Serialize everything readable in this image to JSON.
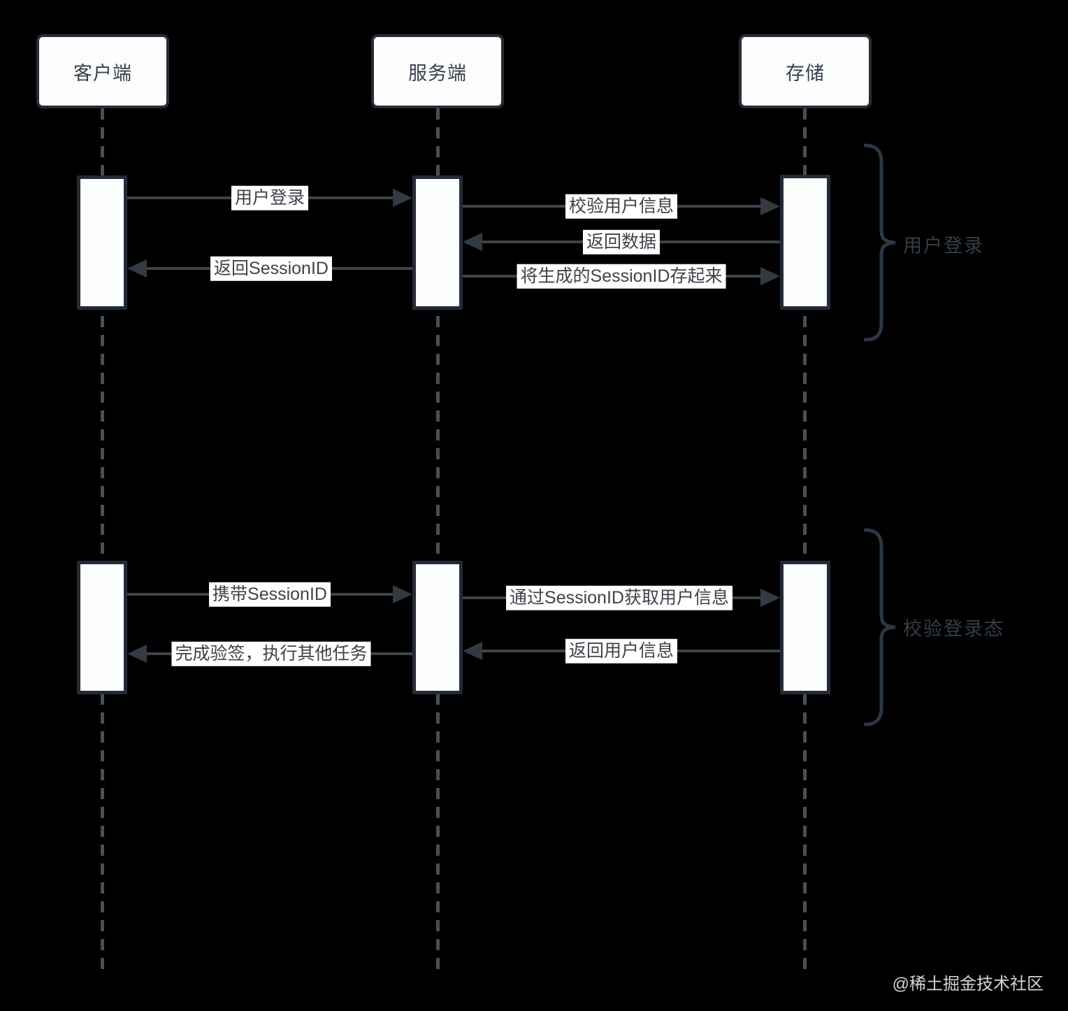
{
  "diagram": {
    "type": "sequence-diagram",
    "actors": [
      {
        "name": "客户端"
      },
      {
        "name": "服务端"
      },
      {
        "name": "存储"
      }
    ],
    "sections": [
      {
        "label": "用户登录",
        "messages": [
          {
            "text": "用户登录",
            "from": "客户端",
            "to": "服务端",
            "direction": "right"
          },
          {
            "text": "校验用户信息",
            "from": "服务端",
            "to": "存储",
            "direction": "right"
          },
          {
            "text": "返回数据",
            "from": "存储",
            "to": "服务端",
            "direction": "left"
          },
          {
            "text": "返回SessionID",
            "from": "服务端",
            "to": "客户端",
            "direction": "left"
          },
          {
            "text": "将生成的SessionID存起来",
            "from": "服务端",
            "to": "存储",
            "direction": "right"
          }
        ]
      },
      {
        "label": "校验登录态",
        "messages": [
          {
            "text": "携带SessionID",
            "from": "客户端",
            "to": "服务端",
            "direction": "right"
          },
          {
            "text": "通过SessionID获取用户信息",
            "from": "服务端",
            "to": "存储",
            "direction": "right"
          },
          {
            "text": "返回用户信息",
            "from": "存储",
            "to": "服务端",
            "direction": "left"
          },
          {
            "text": "完成验签，执行其他任务",
            "from": "服务端",
            "to": "客户端",
            "direction": "left"
          }
        ]
      }
    ],
    "watermark": "@稀土掘金技术社区",
    "colors": {
      "background": "#000000",
      "node_fill": "#fdfdfd",
      "node_border": "#252d38",
      "arrow_line": "#3f434a",
      "arrowhead": "#343a42",
      "message_text": "#3e434a",
      "message_bg": "#ffffff",
      "brace": "#2d3744",
      "brace_label": "#343e4b",
      "lifeline": "#4a4e55",
      "watermark": "#d6d6d6"
    }
  }
}
